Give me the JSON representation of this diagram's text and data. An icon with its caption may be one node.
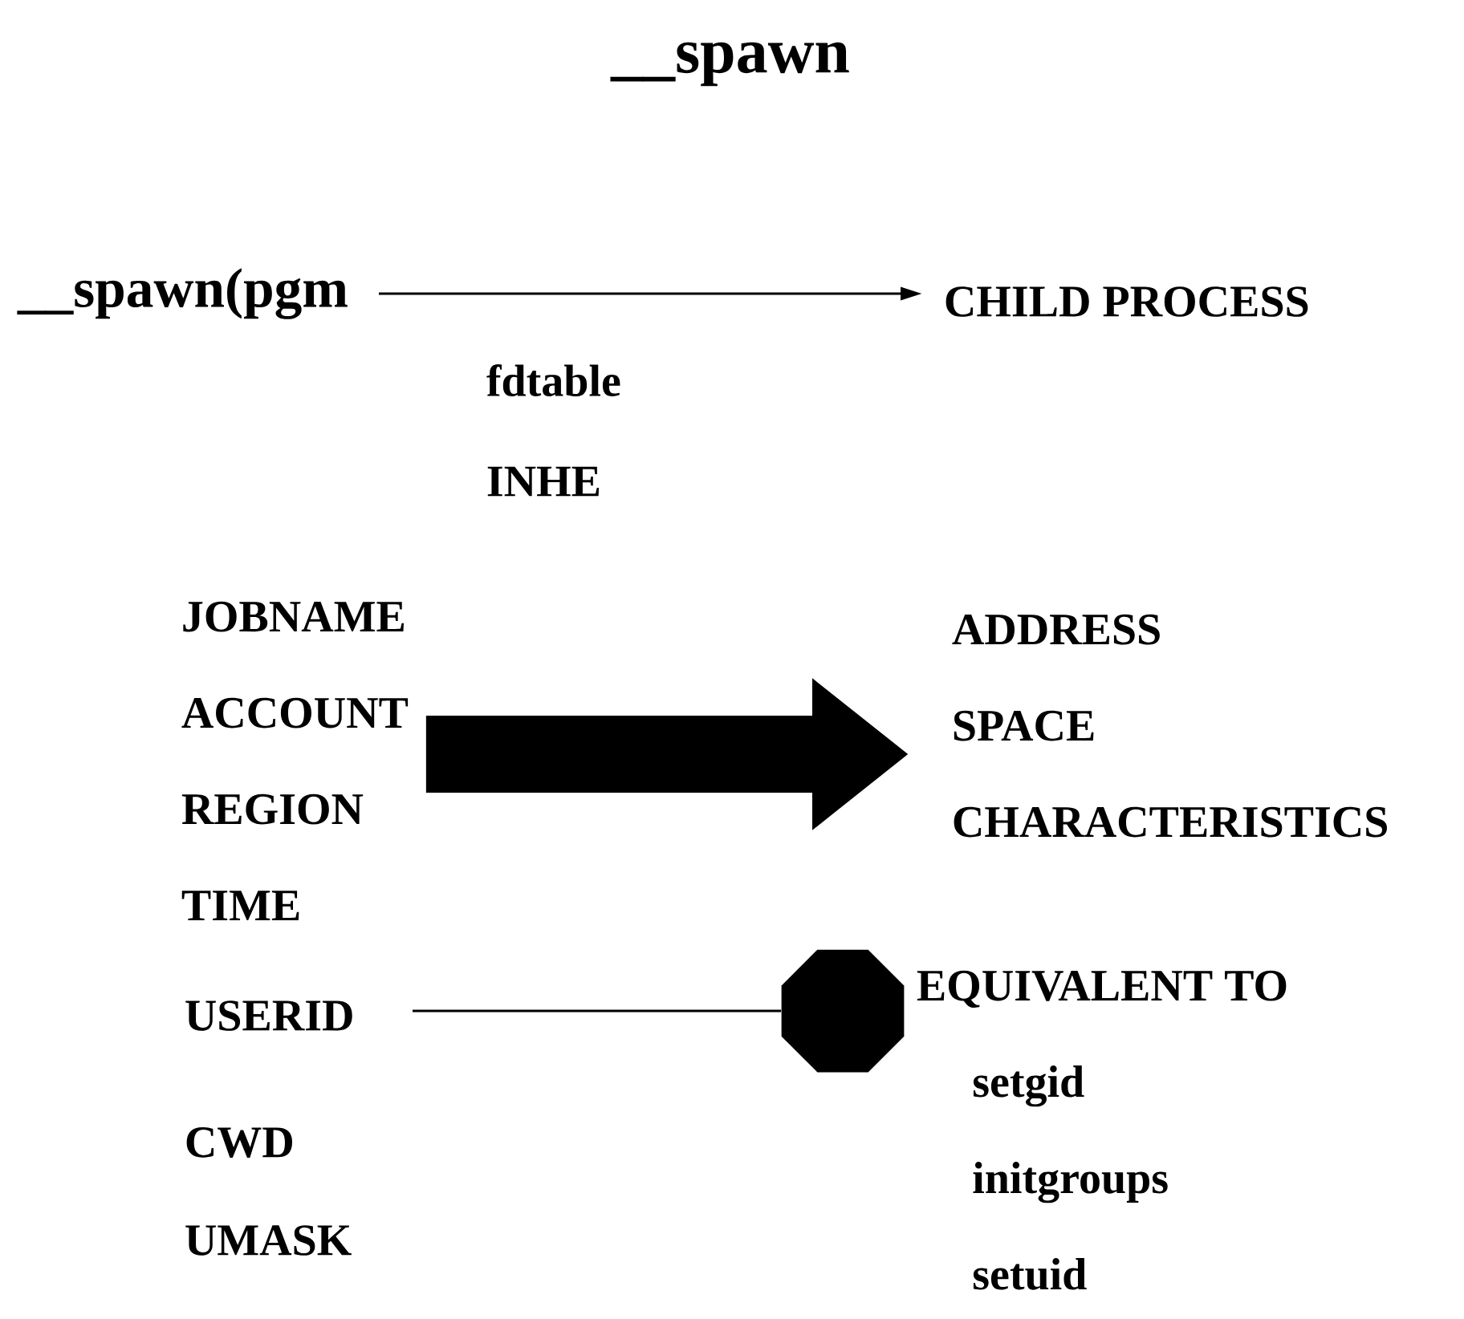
{
  "diagram": {
    "title": "__spawn",
    "nodes": [
      {
        "text": [
          "__spawn(pgm"
        ]
      },
      {
        "text": [
          "CHILD PROCESS"
        ]
      },
      {
        "text": [
          "JOBNAME",
          "ACCOUNT",
          "REGION",
          "TIME"
        ]
      },
      {
        "text": [
          "ADDRESS",
          "SPACE",
          "CHARACTERISTICS"
        ]
      },
      {
        "text": [
          "USERID"
        ]
      },
      {
        "text": [],
        "shape": "octagon"
      },
      {
        "text": [
          "EQUIVALENT TO",
          "setgid",
          "initgroups",
          "setuid"
        ]
      }
    ],
    "edges": [
      {
        "from": 0,
        "to": 1,
        "arrow": "to"
      },
      {
        "from": 2,
        "to": 3,
        "arrow": "to",
        "style": "thick"
      },
      {
        "from": 4,
        "to": 5,
        "arrow": "none"
      }
    ],
    "labels": [
      "fdtable",
      "INHE",
      "CWD",
      "UMASK"
    ]
  }
}
